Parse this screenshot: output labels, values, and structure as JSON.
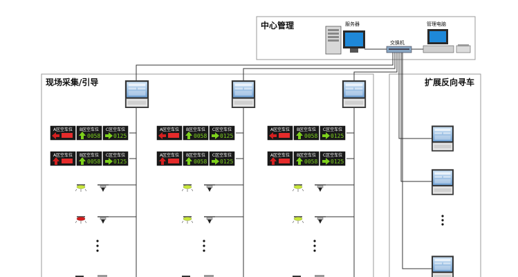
{
  "zones": {
    "center": {
      "title": "中心管理"
    },
    "field": {
      "title": "现场采集/引导"
    },
    "reverse": {
      "title": "扩展反向寻车"
    }
  },
  "devices": {
    "server": {
      "label": "服务器"
    },
    "switch": {
      "label": "交换机"
    },
    "mgmt_pc": {
      "label": "管理电脑"
    }
  },
  "guidance_sign": {
    "cells": [
      {
        "head": "A区空车位",
        "arrow": "left",
        "arrow_color": "#d42020",
        "value": "",
        "value_color": "#e52b2b"
      },
      {
        "head": "B区空车位",
        "arrow": "up",
        "arrow_color": "#7dd11c",
        "value": "0058",
        "value_color": "#7dd11c"
      },
      {
        "head": "C区空车位",
        "arrow": "right",
        "arrow_color": "#7dd11c",
        "value": "0125",
        "value_color": "#7dd11c"
      }
    ],
    "second_row_arrow_a": "up"
  },
  "colors": {
    "line": "#333333",
    "zone_border": "#999999",
    "indicator_green": "#c8e63c",
    "indicator_red": "#d41c1c",
    "sign_bg": "#1a1a1a",
    "monitor_screen": "#7fb2e0"
  },
  "icons": {
    "terminal": "touchscreen-terminal-icon",
    "sensor": "ultrasonic-sensor-icon",
    "indicator": "parking-indicator-light-icon",
    "server": "server-tower-icon",
    "switch": "network-switch-icon",
    "pc": "desktop-pc-icon"
  }
}
